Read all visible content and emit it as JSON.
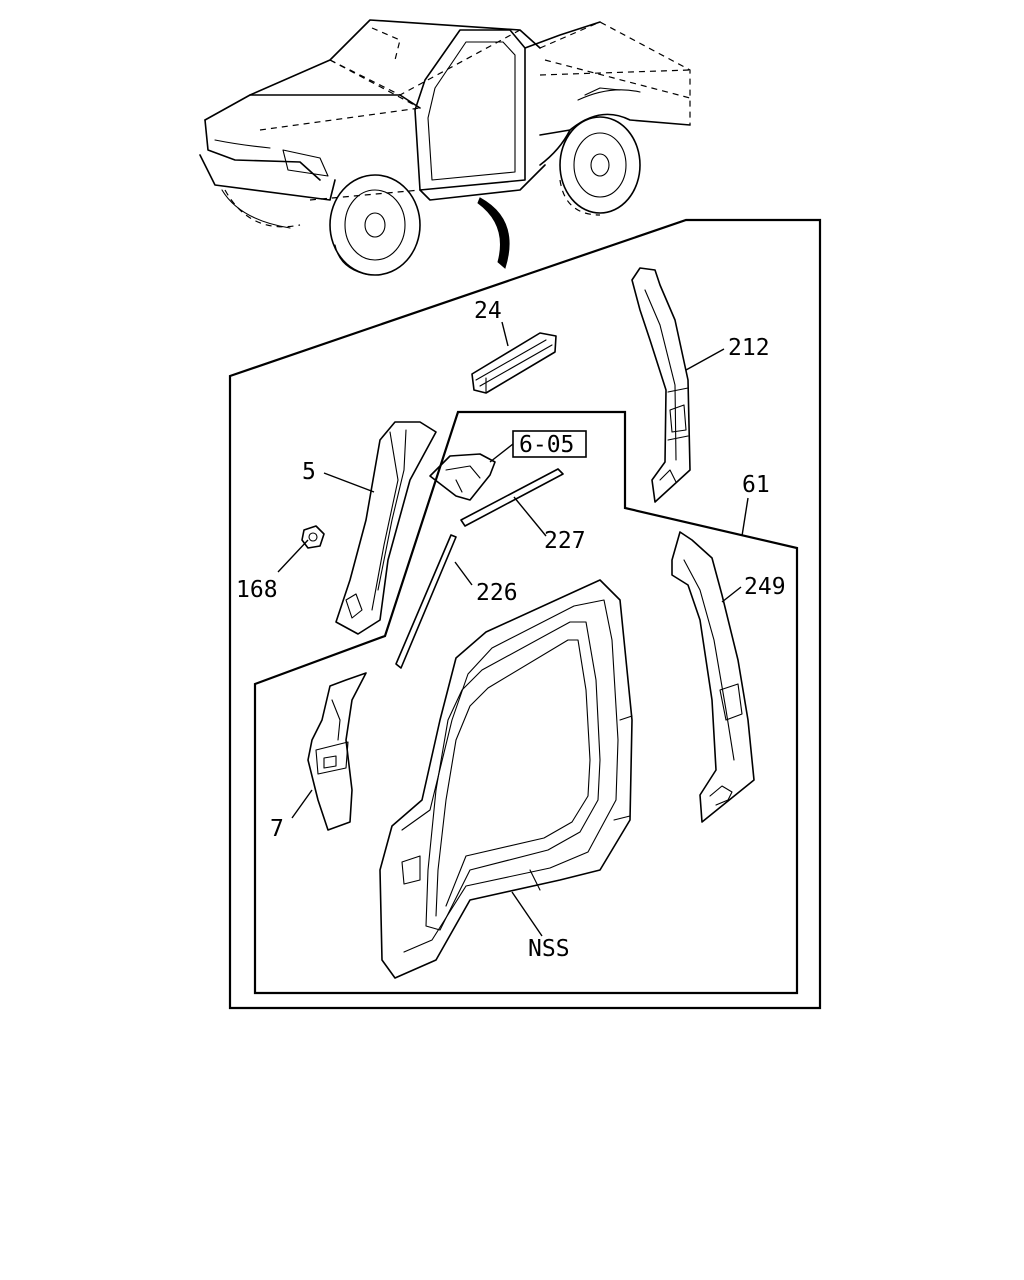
{
  "diagram": {
    "labels": {
      "part_24": "24",
      "part_212": "212",
      "part_5": "5",
      "part_6_05": "6-05",
      "part_61": "61",
      "part_227": "227",
      "part_168": "168",
      "part_226": "226",
      "part_249": "249",
      "part_7": "7",
      "part_nss": "NSS"
    }
  }
}
